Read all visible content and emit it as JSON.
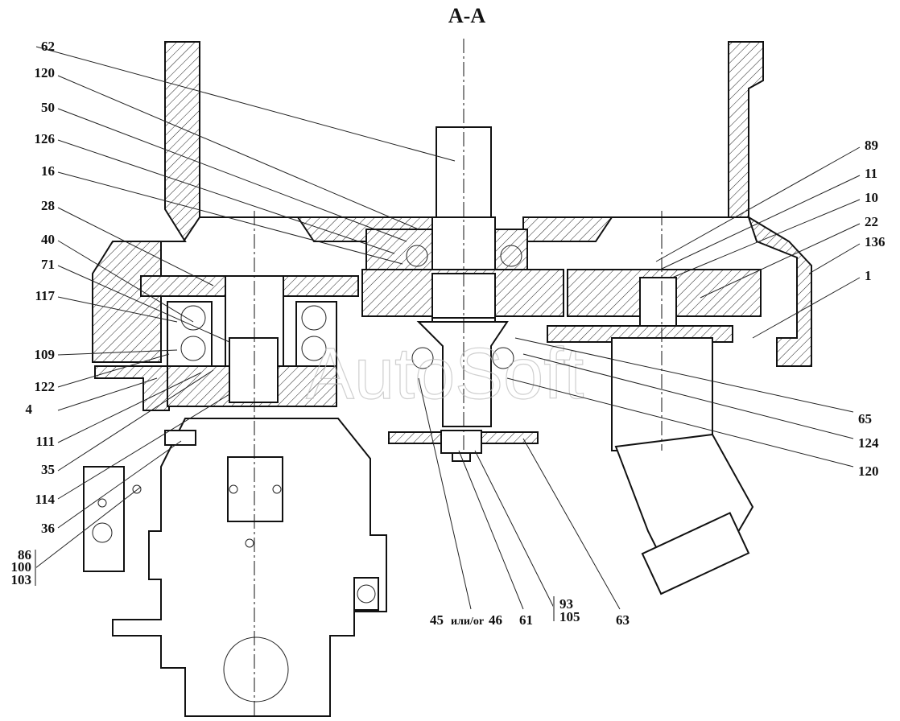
{
  "title": "A-A",
  "watermark": "AutoSoft",
  "labels_left": [
    "62",
    "120",
    "50",
    "126",
    "16",
    "28",
    "40",
    "71",
    "117",
    "109",
    "122",
    "4",
    "111",
    "35",
    "114",
    "36"
  ],
  "label_group_left": [
    "86",
    "100",
    "103"
  ],
  "labels_right": [
    "89",
    "11",
    "10",
    "22",
    "136",
    "1",
    "65",
    "124",
    "120"
  ],
  "labels_bottom": {
    "item_45": "45",
    "or_text": "или/or",
    "item_46": "46",
    "item_61": "61",
    "group": [
      "93",
      "105"
    ],
    "item_63": "63"
  }
}
